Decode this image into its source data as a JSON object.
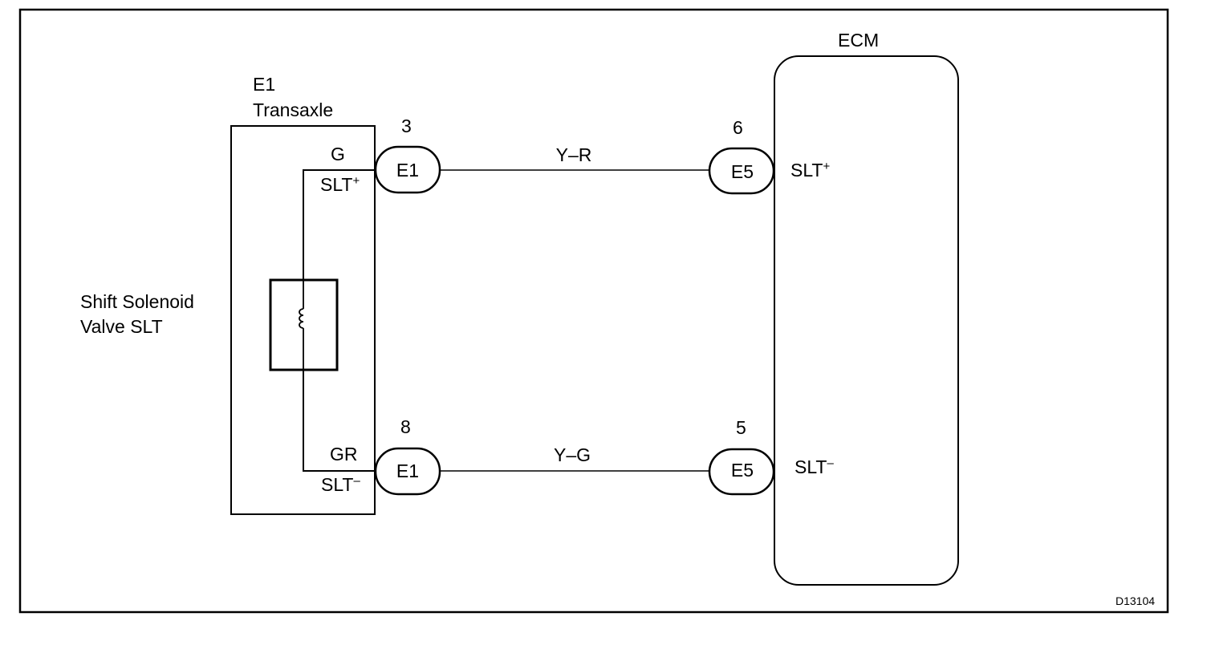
{
  "ecm": {
    "title": "ECM"
  },
  "transaxle": {
    "code": "E1",
    "name": "Transaxle"
  },
  "solenoid": {
    "line1": "Shift Solenoid",
    "line2": "Valve SLT"
  },
  "circuits": [
    {
      "wire_color_transaxle": "G",
      "terminal_name": "SLT",
      "polarity": "+",
      "connector_transaxle": "E1",
      "pin_transaxle": "3",
      "wire_color": "Y–R",
      "connector_ecm": "E5",
      "pin_ecm": "6"
    },
    {
      "wire_color_transaxle": "GR",
      "terminal_name": "SLT",
      "polarity": "–",
      "connector_transaxle": "E1",
      "pin_transaxle": "8",
      "wire_color": "Y–G",
      "connector_ecm": "E5",
      "pin_ecm": "5"
    }
  ],
  "figure_id": "D13104",
  "colors": {
    "line": "#000000",
    "background": "#ffffff"
  }
}
